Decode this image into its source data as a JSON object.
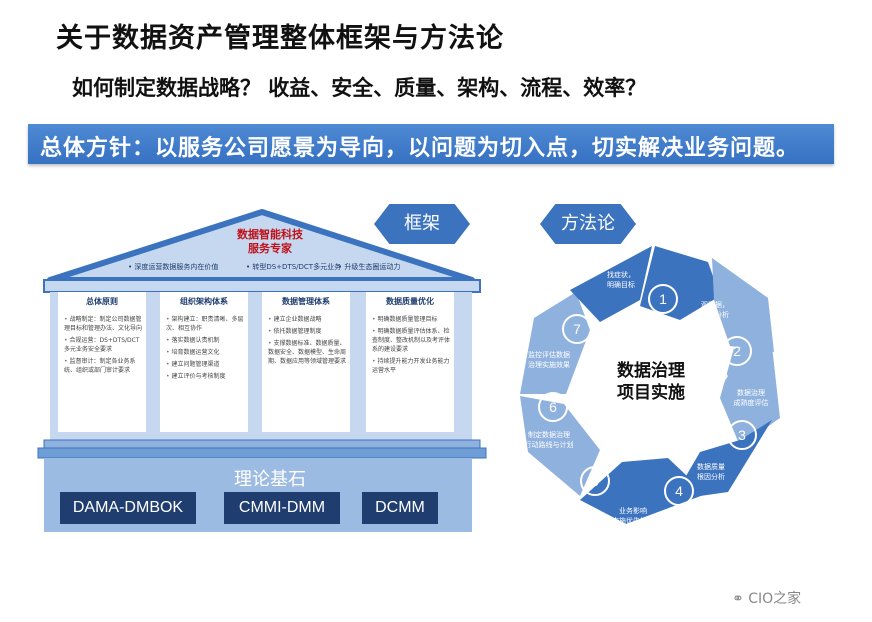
{
  "page": {
    "title": "关于数据资产管理整体框架与方法论",
    "subtitle": "如何制定数据战略？ 收益、安全、质量、架构、流程、效率？",
    "banner": "总体方针：以服务公司愿景为导向，以问题为切入点，切实解决业务问题。"
  },
  "framework": {
    "hex_label": "框架",
    "brand_line1": "数据智能科技",
    "brand_line2": "服务专家",
    "roof_items": [
      "• 深度运营数据服务内在价值",
      "• 转型DS+DTS/DCT多元业务",
      "• 升级生态圈运动力"
    ],
    "pillars": [
      {
        "title": "总体原则",
        "items": [
          "战略制定：制定公司数据管理目标和管理办法、文化导向",
          "合规运营：DS+DTS/DCT多元业务安全要求",
          "监督审计：制定各业务系统、组织或部门审计要求"
        ]
      },
      {
        "title": "组织架构体系",
        "items": [
          "架构建立：职责清晰、多层次、相互协作",
          "落实数据认责机制",
          "培育数据运营文化",
          "建立问题管理渠道",
          "建立评价与考核制度"
        ]
      },
      {
        "title": "数据管理体系",
        "items": [
          "建立企业数据战略",
          "依托数据管理制度",
          "支撑数据标准、数据质量、数据安全、数据模型、生命周期、数据应用等领域管理要求"
        ]
      },
      {
        "title": "数据质量优化",
        "items": [
          "明确数据质量管理目标",
          "明确数据质量评估体系、检查制度、整改机制以及考评体系的建设要求",
          "持续提升能力开发业务能力运营水平"
        ]
      }
    ],
    "base_title": "理论基石",
    "standards": [
      "DAMA-DMBOK",
      "CMMI-DMM",
      "DCMM"
    ]
  },
  "methodology": {
    "hex_label": "方法论",
    "center_line1": "数据治理",
    "center_line2": "项目实施",
    "steps": [
      {
        "num": "1",
        "label": "找症状，\n明确目标"
      },
      {
        "num": "2",
        "label": "观数据，\n现状分析"
      },
      {
        "num": "3",
        "label": "数据治理\n成熟度评估"
      },
      {
        "num": "4",
        "label": "数据质量\n根因分析"
      },
      {
        "num": "5",
        "label": "业务影响\n及实施优先级评估"
      },
      {
        "num": "6",
        "label": "制定数据治理\n行动路线与计划"
      },
      {
        "num": "7",
        "label": "监控评估数据\n治理实施效果"
      }
    ]
  },
  "watermark": "CIO之家",
  "colors": {
    "accent": "#3b73bf",
    "dark": "#1f3d6e",
    "light": "#c5d8ef",
    "brand_red": "#c0101a"
  }
}
